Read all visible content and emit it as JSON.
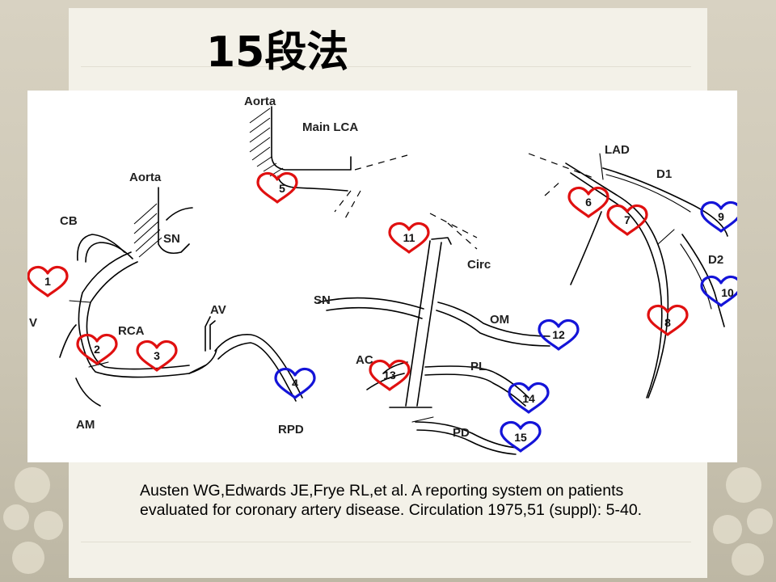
{
  "slide": {
    "title": "15段法",
    "citation": "Austen WG,Edwards JE,Frye RL,et al. A reporting system on patients evaluated for coronary artery disease. Circulation 1975,51 (suppl): 5-40."
  },
  "labels": {
    "aorta_top": "Aorta",
    "main_lca": "Main LCA",
    "lad": "LAD",
    "d1": "D1",
    "d2": "D2",
    "aorta_rca": "Aorta",
    "cb": "CB",
    "sn_rca": "SN",
    "v": "V",
    "rca": "RCA",
    "av": "AV",
    "am": "AM",
    "rpd": "RPD",
    "circ": "Circ",
    "sn_circ": "SN",
    "om": "OM",
    "ac": "AC",
    "pl": "PL",
    "pd": "PD"
  },
  "segments": [
    {
      "id": "seg1",
      "number": "1",
      "color": "red"
    },
    {
      "id": "seg2",
      "number": "2",
      "color": "red"
    },
    {
      "id": "seg3",
      "number": "3",
      "color": "red"
    },
    {
      "id": "seg4",
      "number": "4",
      "color": "blue"
    },
    {
      "id": "seg5",
      "number": "5",
      "color": "red"
    },
    {
      "id": "seg6",
      "number": "6",
      "color": "red"
    },
    {
      "id": "seg7",
      "number": "7",
      "color": "red"
    },
    {
      "id": "seg8",
      "number": "8",
      "color": "red"
    },
    {
      "id": "seg9",
      "number": "9",
      "color": "blue"
    },
    {
      "id": "seg10",
      "number": "10",
      "color": "blue"
    },
    {
      "id": "seg11",
      "number": "11",
      "color": "red"
    },
    {
      "id": "seg12",
      "number": "12",
      "color": "blue"
    },
    {
      "id": "seg13",
      "number": "13",
      "color": "red"
    },
    {
      "id": "seg14",
      "number": "14",
      "color": "blue"
    },
    {
      "id": "seg15",
      "number": "15",
      "color": "blue"
    }
  ],
  "colors": {
    "red_marker": "#e01010",
    "blue_marker": "#1414d8"
  }
}
